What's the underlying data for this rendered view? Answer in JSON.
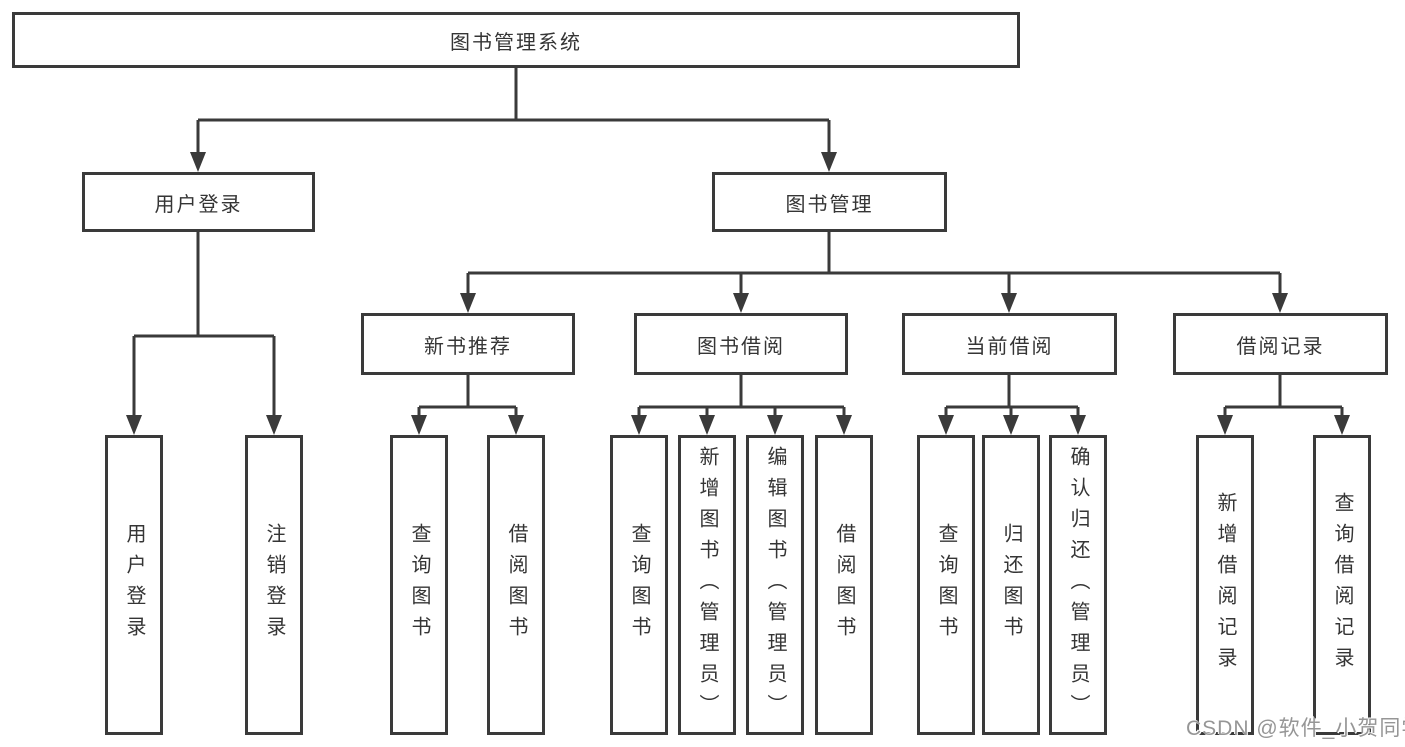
{
  "tree": {
    "label": "图书管理系统",
    "children": [
      {
        "label": "用户登录",
        "children": [
          {
            "label": "用户登录"
          },
          {
            "label": "注销登录"
          }
        ]
      },
      {
        "label": "图书管理",
        "children": [
          {
            "label": "新书推荐",
            "children": [
              {
                "label": "查询图书"
              },
              {
                "label": "借阅图书"
              }
            ]
          },
          {
            "label": "图书借阅",
            "children": [
              {
                "label": "查询图书"
              },
              {
                "label": "新增图书（管理员）"
              },
              {
                "label": "编辑图书（管理员）"
              },
              {
                "label": "借阅图书"
              }
            ]
          },
          {
            "label": "当前借阅",
            "children": [
              {
                "label": "查询图书"
              },
              {
                "label": "归还图书"
              },
              {
                "label": "确认归还（管理员）"
              }
            ]
          },
          {
            "label": "借阅记录",
            "children": [
              {
                "label": "新增借阅记录"
              },
              {
                "label": "查询借阅记录"
              }
            ]
          }
        ]
      }
    ]
  },
  "watermark": {
    "text": "CSDN @软件_小贺同学"
  },
  "colors": {
    "line": "#3a3a3a",
    "box_border": "#3a3a3a",
    "box_fill": "#ffffff",
    "text": "#353535",
    "watermark": "#969696",
    "background": "#ffffff"
  }
}
